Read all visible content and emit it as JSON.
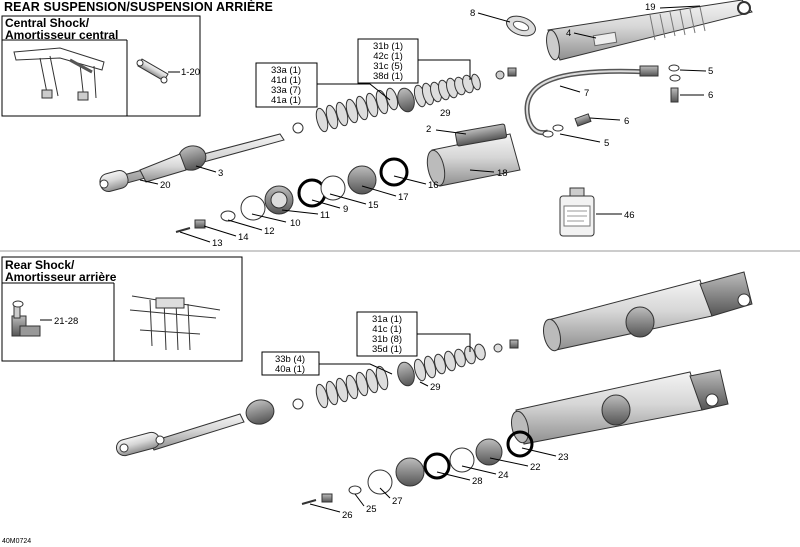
{
  "title": "REAR SUSPENSION/SUSPENSION ARRIÈRE",
  "drawing_code": "40M0724",
  "central_box": {
    "label_line1": "Central Shock/",
    "label_line2": "Amortisseur central",
    "detail_callout": "1-20"
  },
  "rear_box": {
    "label_line1": "Rear Shock/",
    "label_line2": "Amortisseur arrière",
    "detail_callout": "21-28"
  },
  "kits": {
    "k1": [
      "31b (1)",
      "42c (1)",
      "31c (5)",
      "38d (1)"
    ],
    "k2": [
      "33a (1)",
      "41d (1)",
      "33a (7)",
      "41a (1)"
    ],
    "k3": [
      "31a (1)",
      "41c (1)",
      "31b (8)",
      "35d (1)"
    ],
    "k4": [
      "33b (4)",
      "40a (1)"
    ]
  },
  "callouts": {
    "c19": "19",
    "c8": "8",
    "c4": "4",
    "c5a": "5",
    "c6a": "6",
    "c7": "7",
    "c6b": "6",
    "c5b": "5",
    "c29a": "29",
    "c2": "2",
    "c18": "18",
    "c16": "16",
    "c17": "17",
    "c15": "15",
    "c9": "9",
    "c11": "11",
    "c10": "10",
    "c12": "12",
    "c14": "14",
    "c13": "13",
    "c3": "3",
    "c20": "20",
    "c46": "46",
    "c29b": "29",
    "c23": "23",
    "c22": "22",
    "c24": "24",
    "c28": "28",
    "c27": "27",
    "c25": "25",
    "c26": "26"
  }
}
